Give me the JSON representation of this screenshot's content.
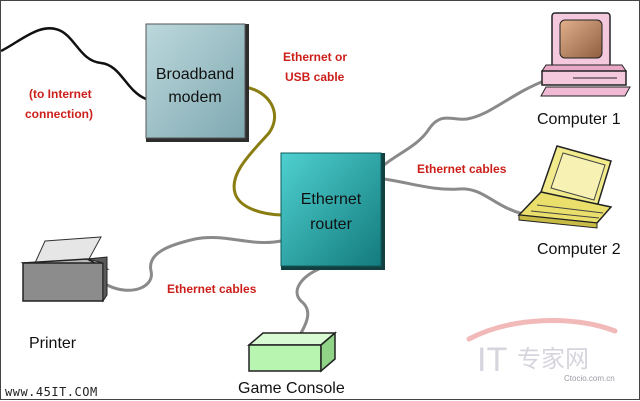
{
  "devices": {
    "modem": {
      "line1": "Broadband",
      "line2": "modem"
    },
    "router": {
      "line1": "Ethernet",
      "line2": "router"
    },
    "computer1": "Computer 1",
    "computer2": "Computer 2",
    "printer": "Printer",
    "console": "Game Console"
  },
  "annotations": {
    "internet_line1": "(to Internet",
    "internet_line2": "connection)",
    "modem_cable_line1": "Ethernet or",
    "modem_cable_line2": "USB cable",
    "cables_right": "Ethernet cables",
    "cables_left": "Ethernet cables"
  },
  "watermark": {
    "site": "www.45IT.COM",
    "logo_it": "IT",
    "logo_cn": "专家网",
    "logo_url": "Ctocio.com.cn"
  },
  "colors": {
    "modem_fill": "#a9cbd1",
    "router_fill": "#2aa6a6",
    "cable_gray": "#8a8a8a",
    "cable_olive": "#8a7d12",
    "label_red": "#cc1f1a",
    "console_fill": "#b7f5b0",
    "laptop_fill": "#f2eb8c",
    "pc_fill": "#f4c9de",
    "monitor_screen": "#c8906a"
  }
}
